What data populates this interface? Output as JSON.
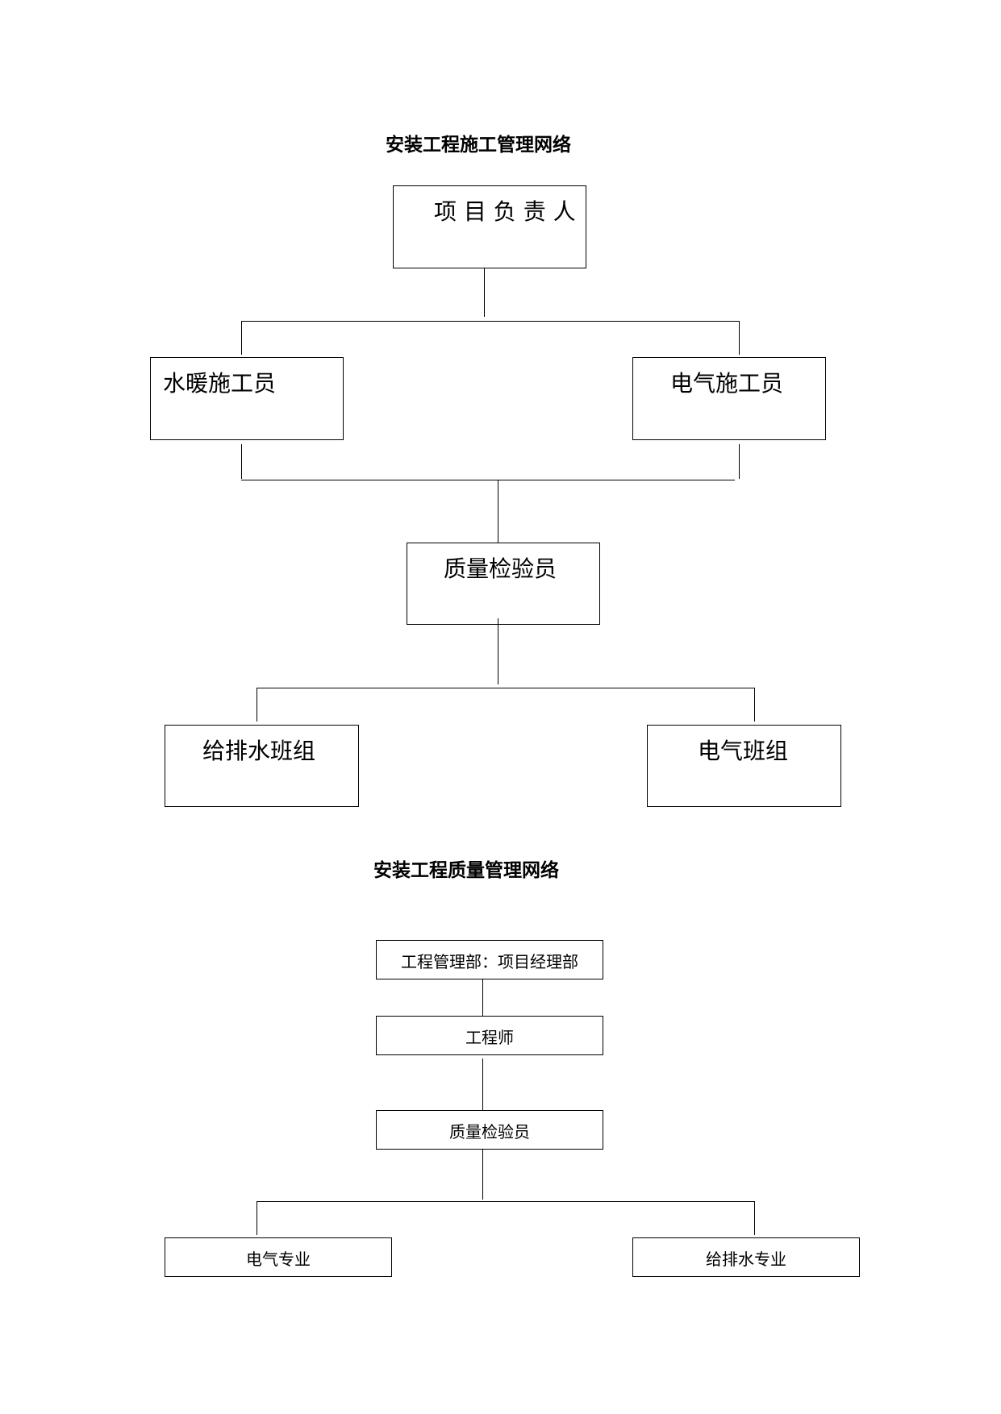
{
  "chart1": {
    "title": "安装工程施工管理网络",
    "nodes": {
      "leader": "项 目 负 责 人",
      "plumbing_worker": "水暖施工员",
      "electrical_worker": "电气施工员",
      "inspector": "质量检验员",
      "plumbing_team": "给排水班组",
      "electrical_team": "电气班组"
    }
  },
  "chart2": {
    "title": "安装工程质量管理网络",
    "nodes": {
      "management": "工程管理部：项目经理部",
      "engineer": "工程师",
      "inspector": "质量检验员",
      "electrical": "电气专业",
      "plumbing": "给排水专业"
    }
  }
}
